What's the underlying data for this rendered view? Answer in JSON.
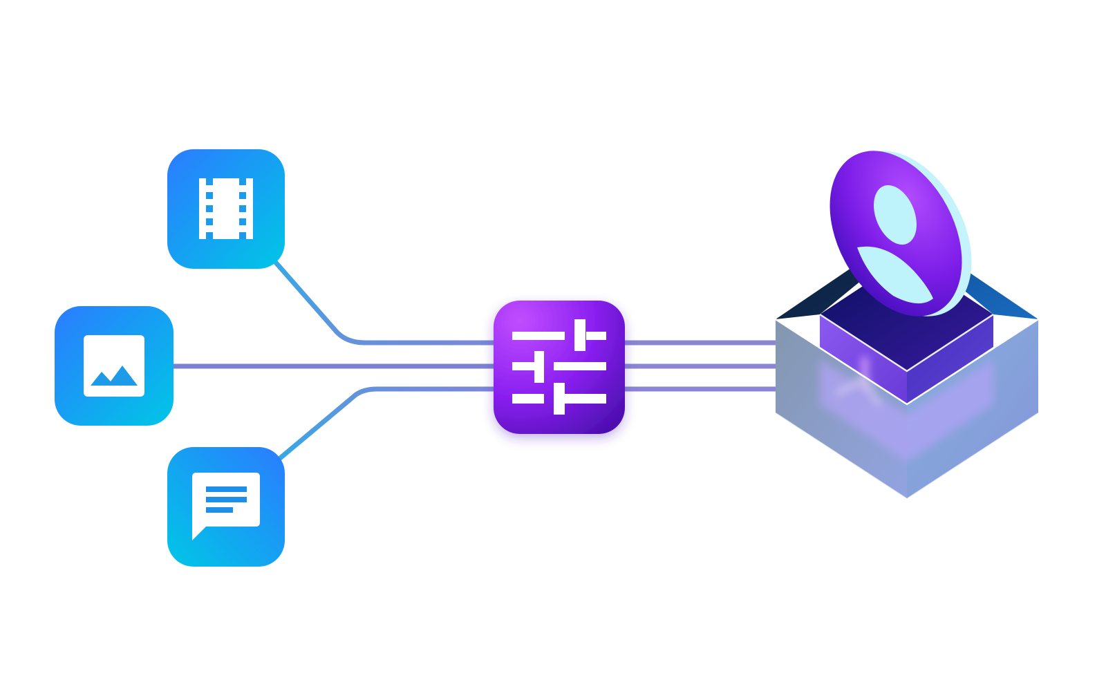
{
  "colors": {
    "background": "#ffffff",
    "input_gradient_start": "#2b7cff",
    "input_gradient_end": "#00c6e6",
    "hub_gradient_light": "#c04dff",
    "hub_gradient_mid": "#8a1ff0",
    "hub_gradient_dark": "#4d0fb0",
    "connector_violet": "#8a86d4",
    "connector_blue": "#3aa3e0",
    "box_glass": "#9b8fe6",
    "box_top_dark": "#0d2040",
    "box_top_blue": "#1466b8",
    "avatar_disc": "#8a1ff0",
    "avatar_rim": "#c4f3fb",
    "avatar_figure": "#bff3fb",
    "icon_fill": "#ffffff"
  },
  "nodes": {
    "inputs": [
      {
        "id": "video",
        "icon": "film-strip-icon"
      },
      {
        "id": "image",
        "icon": "image-icon"
      },
      {
        "id": "text",
        "icon": "chat-message-icon"
      }
    ],
    "processor": {
      "icon": "sliders-icon"
    },
    "output": {
      "icon": "user-avatar-icon",
      "container": "isometric-glass-box"
    }
  },
  "connections": [
    {
      "from": "video",
      "to": "processor"
    },
    {
      "from": "image",
      "to": "processor"
    },
    {
      "from": "text",
      "to": "processor"
    },
    {
      "from": "processor",
      "to": "output",
      "lanes": 3
    }
  ]
}
